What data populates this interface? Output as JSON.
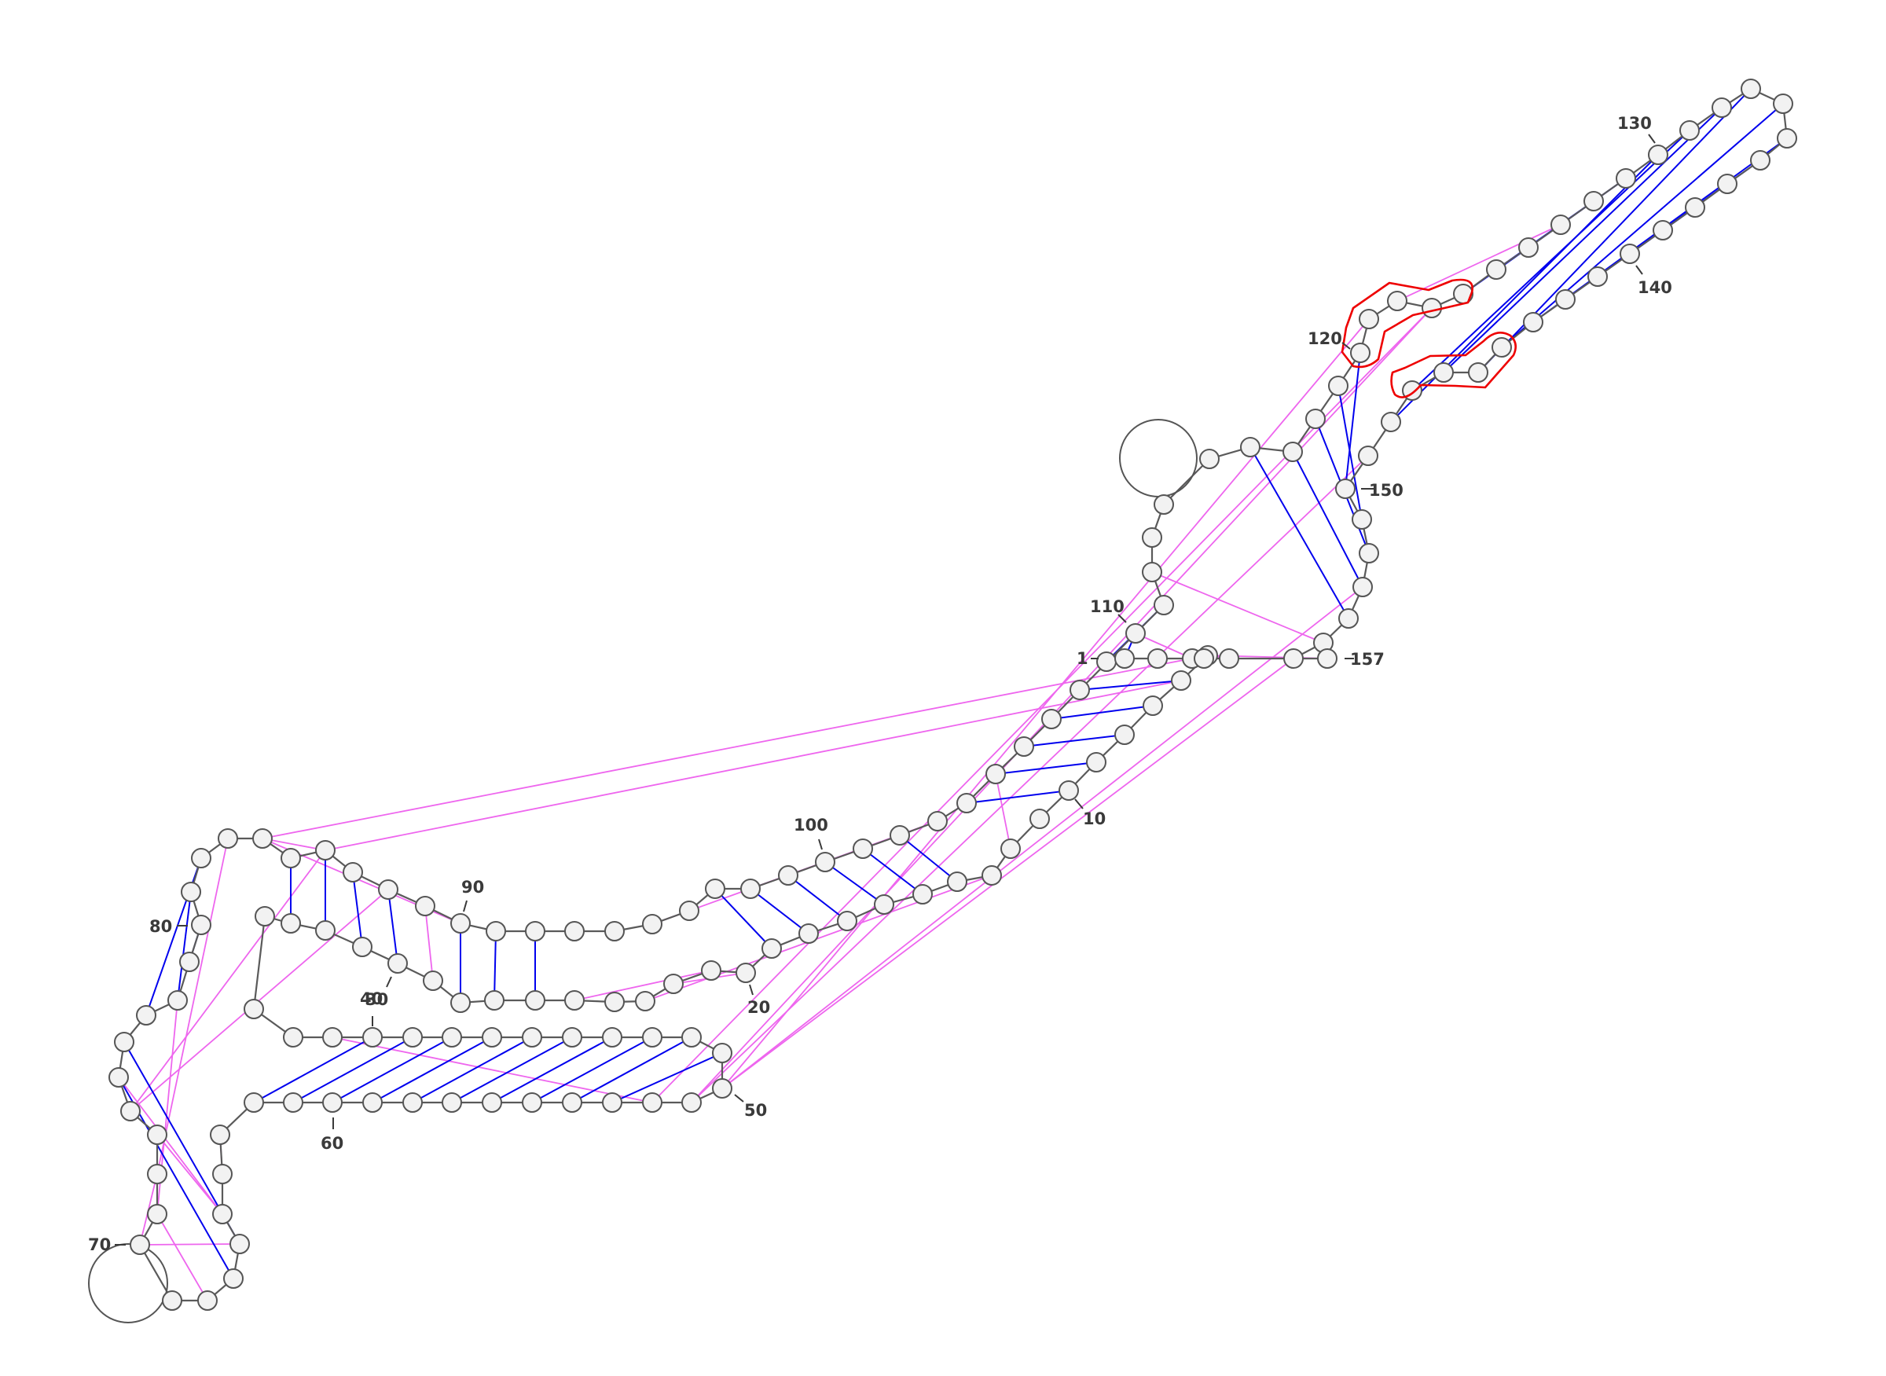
{
  "diagram": {
    "kind": "RNA secondary structure",
    "colors": {
      "backbone": "#5a5a5a",
      "canonical_pair": "#0000ee",
      "noncanonical_interaction": "#ee66ee",
      "nucleotide_fill": "#f2f2f2",
      "highlight": "#ee0000"
    },
    "labels": {
      "n1": "1",
      "n10": "10",
      "n20": "20",
      "n30": "30",
      "n40": "40",
      "n50": "50",
      "n60": "60",
      "n70": "70",
      "n80": "80",
      "n90": "90",
      "n100": "100",
      "n110": "110",
      "n120": "120",
      "n130": "130",
      "n140": "140",
      "n150": "150",
      "n157": "157"
    }
  }
}
